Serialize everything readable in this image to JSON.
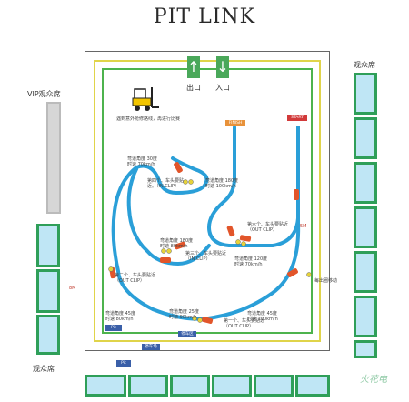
{
  "title": "PIT LINK",
  "labels": {
    "exit": "出口",
    "entrance": "入口",
    "vip": "VIP观众席",
    "spectator_top_right": "观众席",
    "spectator_bottom_left": "观众席",
    "finish": "FINISH",
    "start": "START",
    "watermark": "火花电"
  },
  "forklift_caption": "遇到意外抢修路线，再进行比赛",
  "distance_marks": [
    "8M",
    "5M"
  ],
  "side_note": "每出圈移动",
  "bottom_boxes": [
    "Pit",
    "停车区",
    "停车场",
    "Pit"
  ],
  "notes": [
    {
      "id": "n1",
      "lines": [
        "弯道角度 30度",
        "时速 70km/h"
      ]
    },
    {
      "id": "n2",
      "lines": [
        "第四个、车头要贴",
        "近。（IN CLIP）"
      ]
    },
    {
      "id": "n3",
      "lines": [
        "弯道角度 180度",
        "时速 100km/h"
      ]
    },
    {
      "id": "n4",
      "lines": [
        "第六个、车头要贴近",
        "（OUT CLIP）"
      ]
    },
    {
      "id": "n5",
      "lines": [
        "弯道角度 180度",
        "时速 80km/h"
      ]
    },
    {
      "id": "n6",
      "lines": [
        "第三个、车头要贴近",
        "（IN CLIP）"
      ]
    },
    {
      "id": "n7",
      "lines": [
        "弯道角度 120度",
        "时速 70km/h"
      ]
    },
    {
      "id": "n8",
      "lines": [
        "第二个、车头要贴近",
        "（OUT CLIP）"
      ]
    },
    {
      "id": "n9",
      "lines": [
        "弯道角度 45度",
        "时速 80km/h"
      ]
    },
    {
      "id": "n10",
      "lines": [
        "弯道角度 25度",
        "时速 90km/h"
      ]
    },
    {
      "id": "n11",
      "lines": [
        "第一个、车头要贴近",
        "（OUT CLIP）"
      ]
    },
    {
      "id": "n12",
      "lines": [
        "弯道角度 45度",
        "时速 100km/h"
      ]
    }
  ],
  "colors": {
    "track": "#2a9fd8",
    "outer_ring": "#e0d44a",
    "inner_ring": "#4db34d",
    "stand_border": "#2f9f59",
    "stand_fill": "#bfe6f5",
    "finish": "#e8923a",
    "start": "#d23a3a",
    "car": "#e2552a"
  }
}
